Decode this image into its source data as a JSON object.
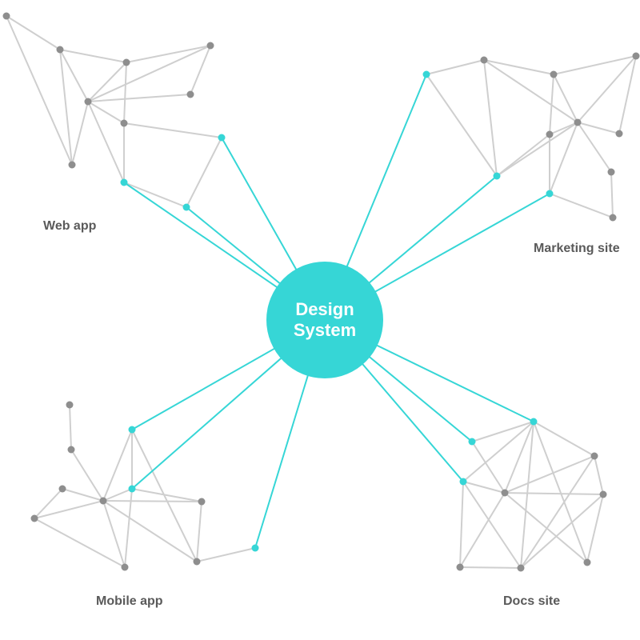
{
  "hub": {
    "line1": "Design",
    "line2": "System"
  },
  "clusters": {
    "web": "Web app",
    "marketing": "Marketing site",
    "mobile": "Mobile app",
    "docs": "Docs site"
  },
  "colors": {
    "accent": "#36d6d6",
    "node_gray": "#8e8e8e",
    "edge_gray": "#cfcfcf",
    "label": "#5a5a5a",
    "background": "#ffffff"
  }
}
